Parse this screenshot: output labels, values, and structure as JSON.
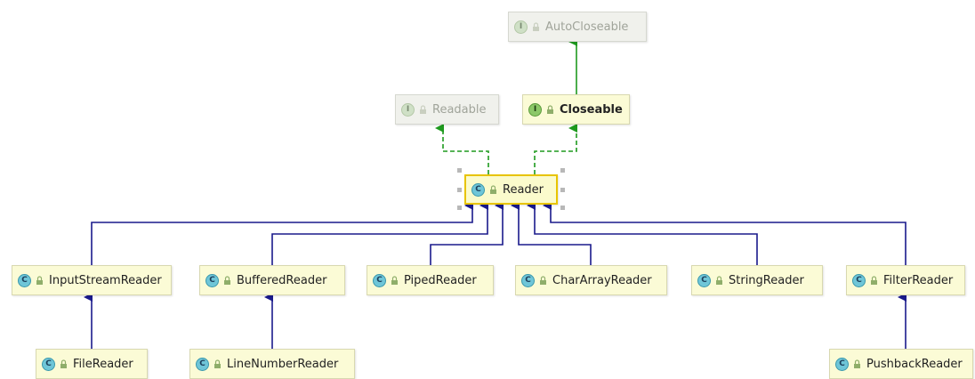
{
  "nodes": {
    "autocloseable": {
      "kind": "I",
      "label": "AutoCloseable"
    },
    "readable": {
      "kind": "I",
      "label": "Readable"
    },
    "closeable": {
      "kind": "I",
      "label": "Closeable"
    },
    "reader": {
      "kind": "C",
      "label": "Reader"
    },
    "inputstreamreader": {
      "kind": "C",
      "label": "InputStreamReader"
    },
    "bufferedreader": {
      "kind": "C",
      "label": "BufferedReader"
    },
    "pipedreader": {
      "kind": "C",
      "label": "PipedReader"
    },
    "chararrayreader": {
      "kind": "C",
      "label": "CharArrayReader"
    },
    "stringreader": {
      "kind": "C",
      "label": "StringReader"
    },
    "filterreader": {
      "kind": "C",
      "label": "FilterReader"
    },
    "filereader": {
      "kind": "C",
      "label": "FileReader"
    },
    "linenumberreader": {
      "kind": "C",
      "label": "LineNumberReader"
    },
    "pushbackreader": {
      "kind": "C",
      "label": "PushbackReader"
    }
  },
  "colors": {
    "extends_edge": "#1a1a8c",
    "implements_edge": "#1e9a1e",
    "interface_extends_edge": "#1e9a1e",
    "selection": "#e8c400"
  }
}
